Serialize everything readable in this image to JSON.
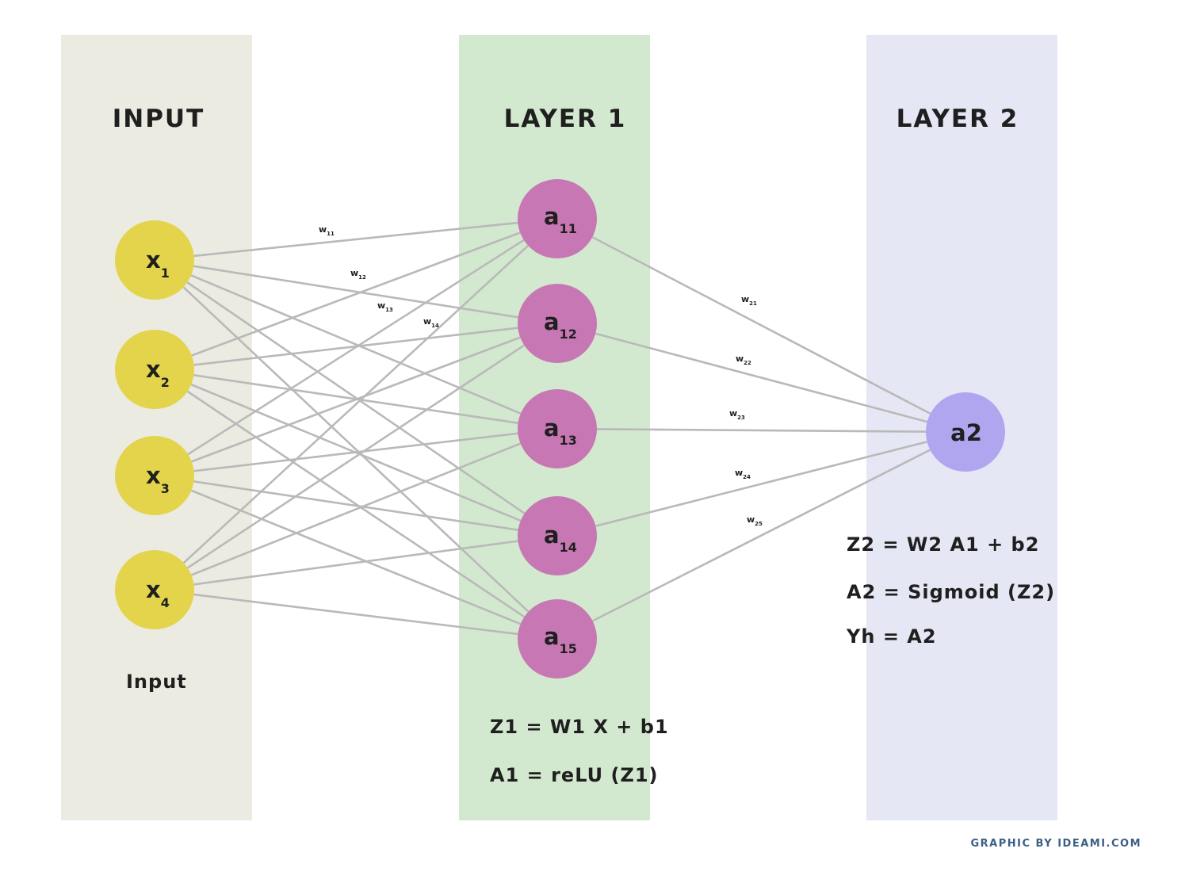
{
  "columns": [
    {
      "id": "input",
      "title": "INPUT",
      "color": "#ebebe2"
    },
    {
      "id": "layer1",
      "title": "LAYER 1",
      "color": "#d3e9cf"
    },
    {
      "id": "layer2",
      "title": "LAYER 2",
      "color": "#e6e7f4"
    }
  ],
  "input_nodes": [
    {
      "id": "x1",
      "main": "x",
      "sub": "1"
    },
    {
      "id": "x2",
      "main": "x",
      "sub": "2"
    },
    {
      "id": "x3",
      "main": "x",
      "sub": "3"
    },
    {
      "id": "x4",
      "main": "x",
      "sub": "4"
    }
  ],
  "hidden_nodes": [
    {
      "id": "a11",
      "main": "a",
      "sub": "11"
    },
    {
      "id": "a12",
      "main": "a",
      "sub": "12"
    },
    {
      "id": "a13",
      "main": "a",
      "sub": "13"
    },
    {
      "id": "a14",
      "main": "a",
      "sub": "14"
    },
    {
      "id": "a15",
      "main": "a",
      "sub": "15"
    }
  ],
  "output_node": {
    "id": "a2",
    "main": "a2"
  },
  "node_colors": {
    "input": "#e3d44c",
    "hidden": "#c778b4",
    "output": "#b0a5ef",
    "edge": "#b9b9b9"
  },
  "weight_labels": [
    {
      "id": "w11",
      "main": "w",
      "sub": "11"
    },
    {
      "id": "w12",
      "main": "w",
      "sub": "12"
    },
    {
      "id": "w13",
      "main": "w",
      "sub": "13"
    },
    {
      "id": "w14",
      "main": "w",
      "sub": "14"
    },
    {
      "id": "w21",
      "main": "w",
      "sub": "21"
    },
    {
      "id": "w22",
      "main": "w",
      "sub": "22"
    },
    {
      "id": "w23",
      "main": "w",
      "sub": "23"
    },
    {
      "id": "w24",
      "main": "w",
      "sub": "24"
    },
    {
      "id": "w25",
      "main": "w",
      "sub": "25"
    }
  ],
  "input_caption": "Input",
  "layer1_formulas": [
    "Z1 = W1 X + b1",
    "A1 = reLU (Z1)"
  ],
  "layer2_formulas": [
    "Z2 = W2 A1 + b2",
    "A2 = Sigmoid (Z2)",
    "Yh = A2"
  ],
  "credit": "GRAPHIC BY IDEAMI.COM"
}
